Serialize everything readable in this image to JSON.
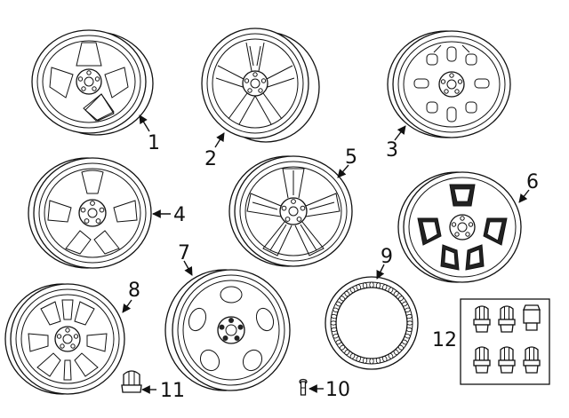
{
  "parts": [
    {
      "id": "wheel-1",
      "callout": "1",
      "style": "five-spoke-slotted"
    },
    {
      "id": "wheel-2",
      "callout": "2",
      "style": "split-five-spoke"
    },
    {
      "id": "wheel-3",
      "callout": "3",
      "style": "ten-window"
    },
    {
      "id": "wheel-4",
      "callout": "4",
      "style": "five-spoke-pocket"
    },
    {
      "id": "wheel-5",
      "callout": "5",
      "style": "split-five-spoke-deep"
    },
    {
      "id": "wheel-6",
      "callout": "6",
      "style": "five-window-dark"
    },
    {
      "id": "wheel-7",
      "callout": "7",
      "style": "five-spoke-oval"
    },
    {
      "id": "wheel-8",
      "callout": "8",
      "style": "ten-spoke-mesh"
    },
    {
      "id": "trim-ring",
      "callout": "9",
      "style": "trim-ring"
    },
    {
      "id": "valve-stem",
      "callout": "10",
      "style": "valve-stem"
    },
    {
      "id": "lug-nut",
      "callout": "11",
      "style": "lug-nut"
    },
    {
      "id": "lock-kit",
      "callout": "12",
      "style": "lug-lock-kit"
    }
  ]
}
